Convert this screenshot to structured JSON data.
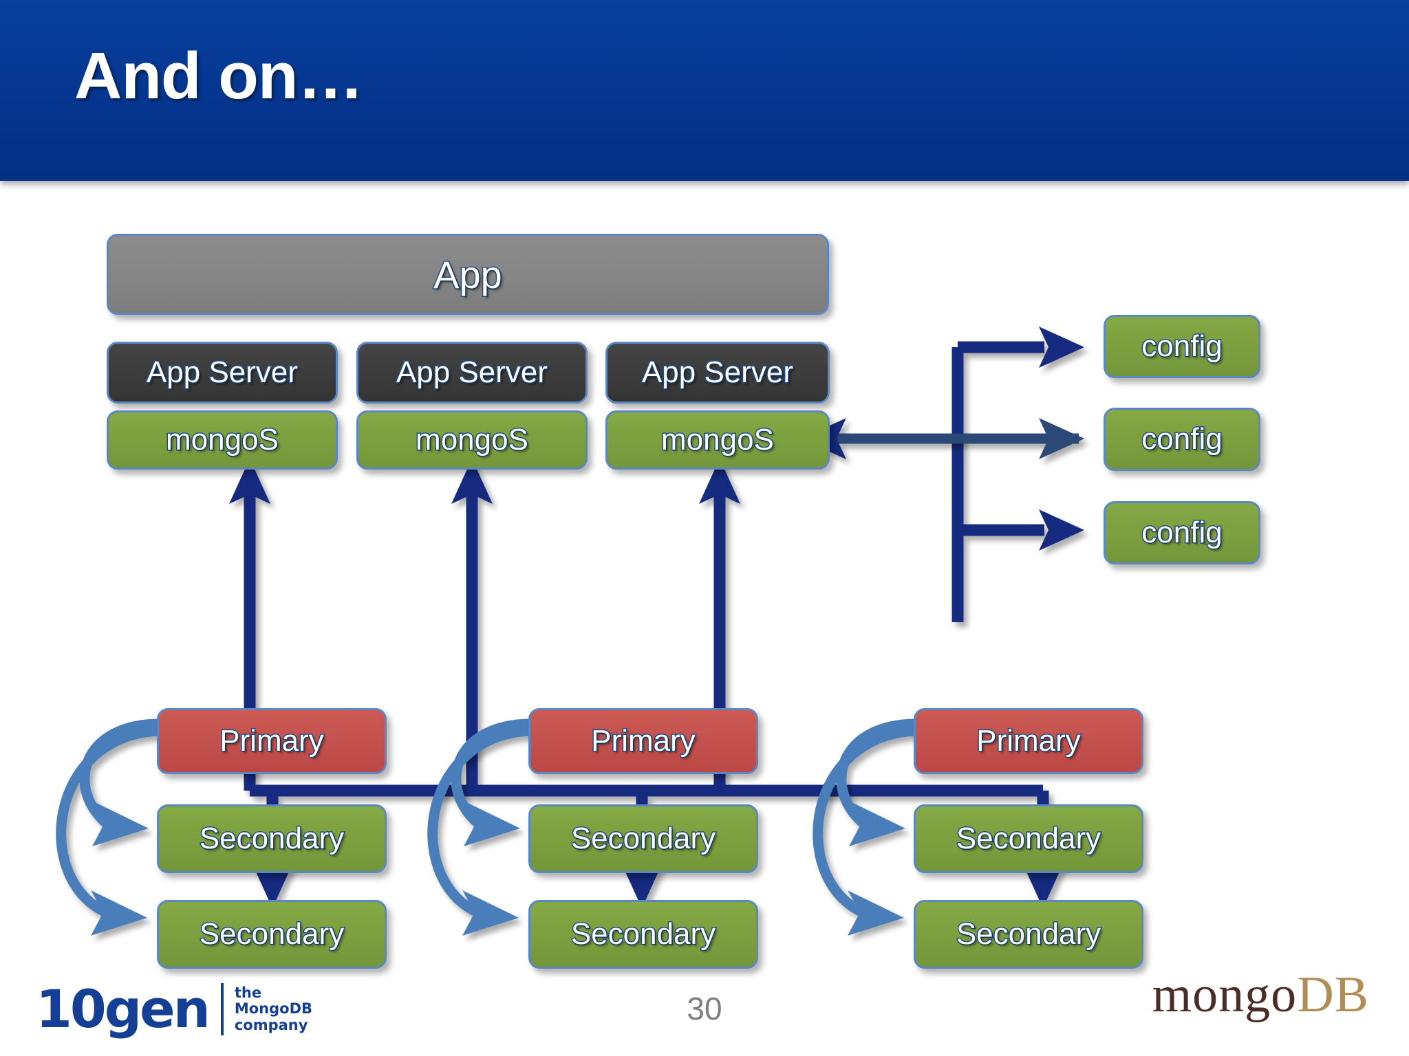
{
  "slide": {
    "title": "And on…",
    "page_number": "30",
    "title_bar_color": "#053a95",
    "background_color": "#ffffff"
  },
  "palette": {
    "title_blue": "#053a95",
    "app_gray": "#848484",
    "app_server_dark": "#3c3c3c",
    "mongos_green": "#7ba03c",
    "config_green": "#7ba03c",
    "primary_red": "#c4504c",
    "secondary_green": "#7ba03c",
    "box_border_blue": "#5b87c5",
    "thick_arrow_navy": "#12297f",
    "curved_arrow_blue": "#4a7ebb",
    "text_outline_blue": "#1f4e87",
    "page_number_gray": "#7e7e7e"
  },
  "diagram": {
    "app": {
      "label": "App"
    },
    "app_servers": [
      {
        "server_label": "App Server",
        "router_label": "mongoS"
      },
      {
        "server_label": "App Server",
        "router_label": "mongoS"
      },
      {
        "server_label": "App Server",
        "router_label": "mongoS"
      }
    ],
    "config_servers": [
      {
        "label": "config"
      },
      {
        "label": "config"
      },
      {
        "label": "config"
      }
    ],
    "shards": [
      {
        "primary": {
          "label": "Primary"
        },
        "secondaries": [
          {
            "label": "Secondary"
          },
          {
            "label": "Secondary"
          }
        ]
      },
      {
        "primary": {
          "label": "Primary"
        },
        "secondaries": [
          {
            "label": "Secondary"
          },
          {
            "label": "Secondary"
          }
        ]
      },
      {
        "primary": {
          "label": "Primary"
        },
        "secondaries": [
          {
            "label": "Secondary"
          },
          {
            "label": "Secondary"
          }
        ]
      }
    ]
  },
  "footer": {
    "tengen_wordmark": "10gen",
    "tengen_tag_line1": "the",
    "tengen_tag_line2": "MongoDB",
    "tengen_tag_line3": "company",
    "mongodb_mongo": "mongo",
    "mongodb_db": "DB"
  }
}
